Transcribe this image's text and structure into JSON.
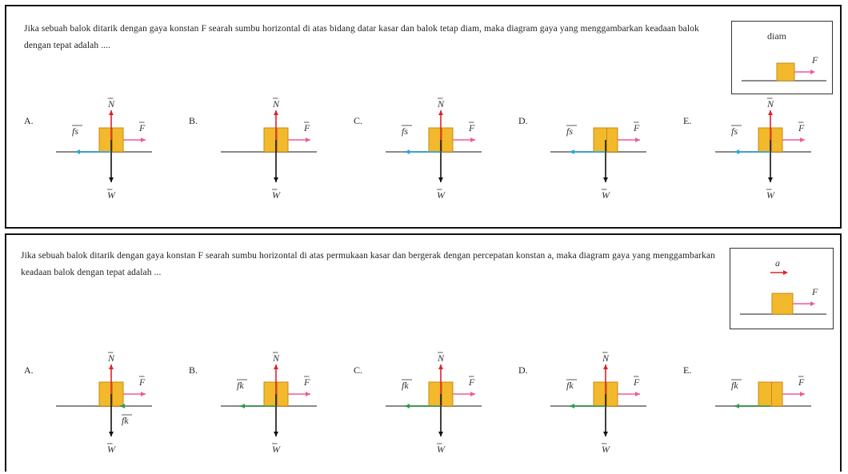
{
  "questions": [
    {
      "text": "Jika sebuah balok ditarik dengan gaya konstan F searah sumbu horizontal di atas bidang datar kasar dan balok tetap diam, maka diagram gaya yang menggambarkan keadaan balok dengan tepat adalah ....",
      "inset": {
        "state": "diam",
        "force": "F"
      },
      "friction_label": "fs",
      "options": [
        {
          "letter": "A.",
          "has_N": true,
          "has_W": true,
          "has_f": true,
          "f_side": "left"
        },
        {
          "letter": "B.",
          "has_N": true,
          "has_W": true,
          "has_f": false,
          "f_side": ""
        },
        {
          "letter": "C.",
          "has_N": true,
          "has_W": true,
          "has_f": true,
          "f_side": "left"
        },
        {
          "letter": "D.",
          "has_N": false,
          "has_W": true,
          "has_f": true,
          "f_side": "left"
        },
        {
          "letter": "E.",
          "has_N": true,
          "has_W": true,
          "has_f": true,
          "f_side": "left"
        }
      ]
    },
    {
      "text": "Jika sebuah balok ditarik dengan gaya konstan F searah sumbu horizontal di atas permukaan kasar dan bergerak dengan percepatan konstan a, maka diagram gaya yang menggambarkan keadaan balok dengan tepat adalah ...",
      "inset": {
        "accel": "a",
        "force": "F"
      },
      "friction_label": "fk",
      "options": [
        {
          "letter": "A.",
          "has_N": true,
          "has_W": true,
          "has_f": true,
          "f_side": "right"
        },
        {
          "letter": "B.",
          "has_N": true,
          "has_W": true,
          "has_f": true,
          "f_side": "left"
        },
        {
          "letter": "C.",
          "has_N": true,
          "has_W": true,
          "has_f": true,
          "f_side": "left"
        },
        {
          "letter": "D.",
          "has_N": true,
          "has_W": true,
          "has_f": true,
          "f_side": "left"
        },
        {
          "letter": "E.",
          "has_N": false,
          "has_W": false,
          "has_f": true,
          "f_side": "left"
        }
      ]
    }
  ],
  "labels": {
    "N": "N",
    "W": "W",
    "F": "F"
  },
  "colors": {
    "block": "#f2b92c",
    "block_dark": "#c98a12",
    "surface": "#8a8a8a",
    "normal": "#e0222a",
    "weight": "#111111",
    "applied": "#ef5a9a",
    "static_friction": "#2aa6d9",
    "kinetic_friction": "#2f9a4a"
  }
}
